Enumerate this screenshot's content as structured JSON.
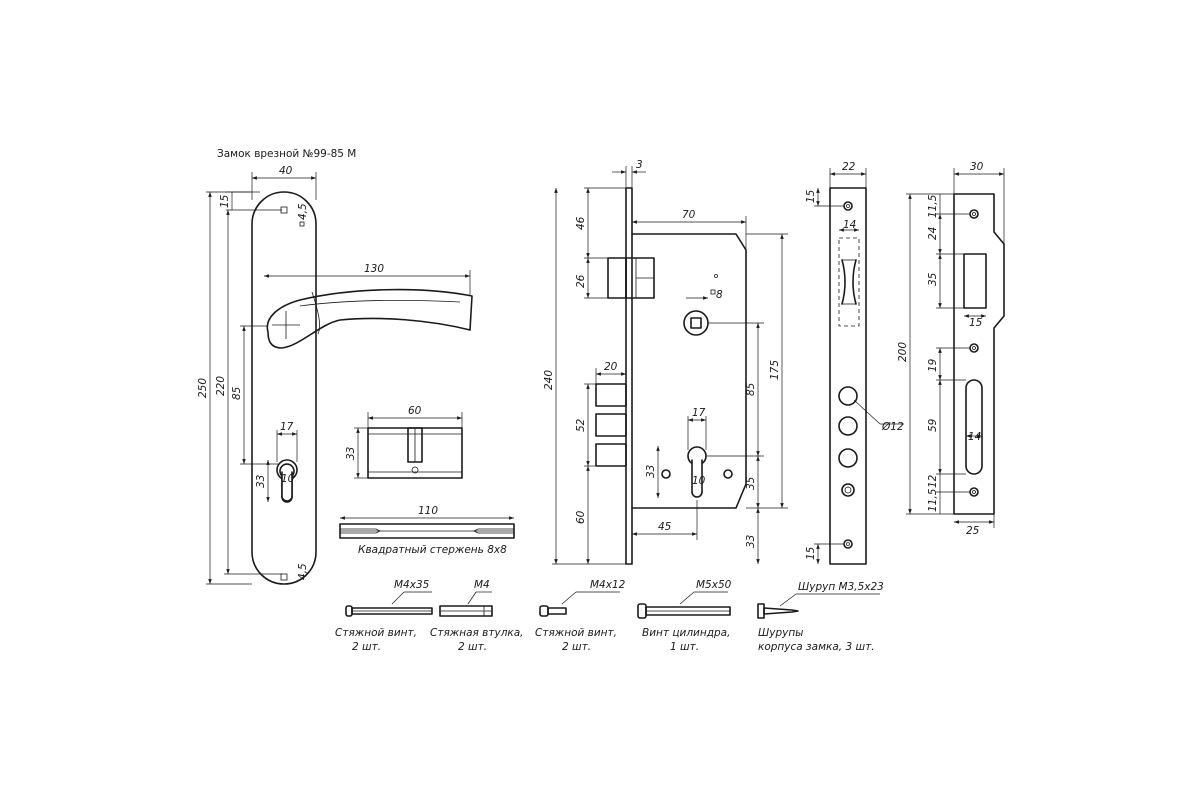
{
  "title": "Замок врезной №99-85 М",
  "handle_plate": {
    "dims": {
      "width": "40",
      "top_offset": "15",
      "small_hole_top": "4,5",
      "handle_length": "130",
      "total_height": "250",
      "inner_height": "220",
      "center_distance": "85",
      "cylinder_width": "17",
      "cylinder_height": "33",
      "cylinder_round": "10",
      "small_hole_bottom": "4,5"
    }
  },
  "cylinder": {
    "width": "60",
    "height": "33"
  },
  "square_rod": {
    "length": "110",
    "label": "Квадратный стержень 8х8"
  },
  "lock_body": {
    "dims": {
      "faceplate_thickness": "3",
      "top_to_latch": "46",
      "latch_height": "26",
      "body_width": "70",
      "spindle_square": "8",
      "total_height": "240",
      "bolt_depth": "20",
      "backset_total": "175",
      "bolt_zone": "52",
      "center_distance": "85",
      "cylinder_width": "17",
      "cylinder_height": "33",
      "cylinder_round": "10",
      "bottom_offset": "35",
      "bottom_zone": "60",
      "backset": "45",
      "bottom_screw": "33"
    }
  },
  "faceplate": {
    "width": "22",
    "top_hole": "15",
    "latch_window": "14",
    "bolt_diameter": "Ø12",
    "bottom_hole": "15"
  },
  "strike_plate": {
    "width": "30",
    "total_height": "200",
    "dims": {
      "top_a": "11,5",
      "top_b": "24",
      "window_h": "35",
      "window_w": "15",
      "hole_gap": "19",
      "slot_h": "59",
      "slot_w": "14",
      "bottom_a": "11,5",
      "bottom_b": "12",
      "bottom_width": "25"
    }
  },
  "fasteners": [
    {
      "size": "М4х35",
      "name": "Стяжной винт,",
      "qty": "2 шт."
    },
    {
      "size": "М4",
      "name": "Стяжная втулка,",
      "qty": "2 шт."
    },
    {
      "size": "М4х12",
      "name": "Стяжной винт,",
      "qty": "2 шт."
    },
    {
      "size": "М5х50",
      "name": "Винт цилиндра,",
      "qty": "1 шт."
    },
    {
      "size": "Шуруп М3,5х23",
      "name": "Шурупы",
      "qty": "корпуса замка, 3 шт."
    }
  ]
}
